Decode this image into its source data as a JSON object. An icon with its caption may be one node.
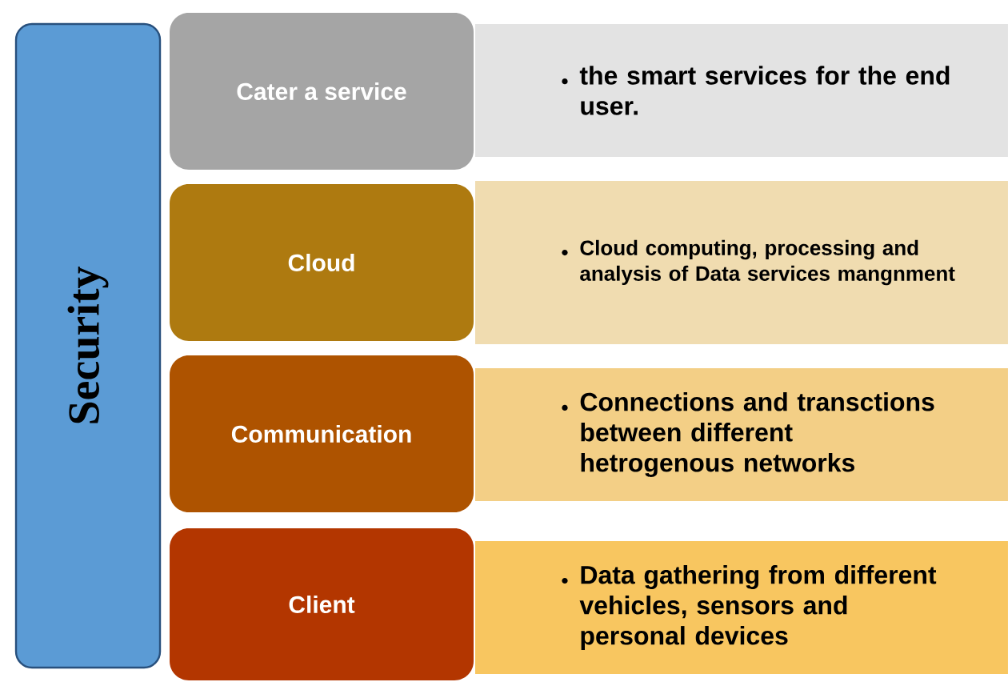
{
  "diagram": {
    "nodes": [
      {
        "text": [
          "Security"
        ]
      },
      {
        "text": [
          "Cater a service"
        ]
      },
      {
        "text": [
          "the smart services for the end user."
        ]
      },
      {
        "text": [
          "Cloud"
        ]
      },
      {
        "text": [
          "Cloud computing, processing and analysis of Data services mangnment"
        ]
      },
      {
        "text": [
          "Communication"
        ]
      },
      {
        "text": [
          "Connections and transctions between different hetrogenous networks"
        ]
      },
      {
        "text": [
          "Client"
        ]
      },
      {
        "text": [
          "Data gathering from different vehicles, sensors and personal devices"
        ]
      }
    ]
  }
}
